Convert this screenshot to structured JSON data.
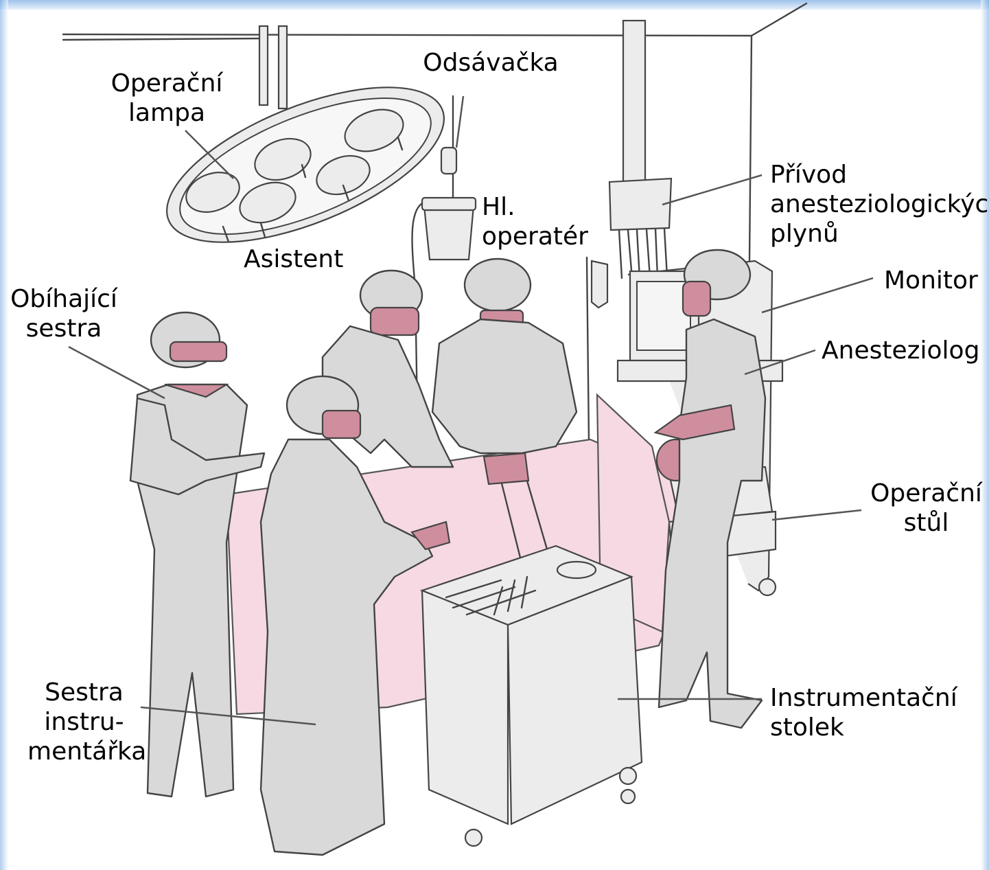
{
  "labels": {
    "operacni_lampa": "Operační\nlampa",
    "odsavacka": "Odsávačka",
    "hl_operater": "Hl.\noperatér",
    "privod": "Přívod\nanesteziologických\nplynů",
    "asistent": "Asistent",
    "obihajici_sestra": "Obíhající\nsestra",
    "monitor": "Monitor",
    "anesteziolog": "Anesteziolog",
    "operacni_stul": "Operační\nstůl",
    "sestra_instrumentarka": "Sestra\ninstru-\nmentářka",
    "instrumentacni_stolek": "Instrumentační\nstolek"
  },
  "colors": {
    "gown": "#d9d9d9",
    "skin_mask": "#cf8e9e",
    "drape": "#f6d9e2",
    "frame_gradient": "#9ec3ea"
  }
}
